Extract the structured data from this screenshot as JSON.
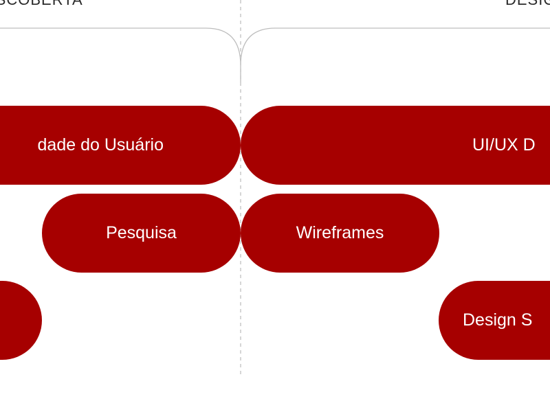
{
  "phases": {
    "left": "ESCOBERTA",
    "right": "DESIG"
  },
  "items": {
    "necessidade": "dade do Usuário",
    "uiux": "UI/UX D",
    "pesquisa": "Pesquisa",
    "wireframes": "Wireframes",
    "left_bottom": "",
    "design_system": "Design S"
  },
  "colors": {
    "pill": "#a60000",
    "pill_text": "#ffffff",
    "bracket": "#bdbdbd",
    "divider": "#c8c8c8"
  }
}
